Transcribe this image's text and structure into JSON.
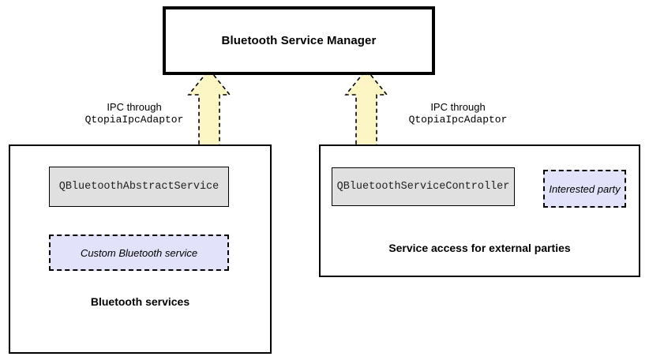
{
  "diagram": {
    "title": "Bluetooth Service Manager",
    "manager": {
      "label": "Bluetooth Service Manager"
    },
    "connectors": {
      "ipc_left": {
        "line1": "IPC through",
        "line2": "QtopiaIpcAdaptor",
        "arrow": "bidirectional-vertical-arrow"
      },
      "ipc_right": {
        "line1": "IPC through",
        "line2": "QtopiaIpcAdaptor",
        "arrow": "bidirectional-vertical-arrow"
      },
      "inheritance": {
        "kind": "generalization-arrow",
        "from": "Custom Bluetooth service",
        "to": "QBluetoothAbstractService"
      },
      "composition": {
        "kind": "composition-diamond",
        "from": "QBluetoothServiceController",
        "to": "Interested party"
      }
    },
    "panels": [
      {
        "id": "bluetooth-services",
        "caption": "Bluetooth services",
        "nodes": [
          {
            "id": "qbluetoothabstractservice",
            "label": "QBluetoothAbstractService",
            "style": "solid-grey"
          },
          {
            "id": "custom-bluetooth-service",
            "label": "Custom Bluetooth service",
            "style": "dashed-lavender"
          }
        ]
      },
      {
        "id": "service-access",
        "caption": "Service access for external parties",
        "nodes": [
          {
            "id": "qbluetoothservicecontroller",
            "label": "QBluetoothServiceController",
            "style": "solid-grey"
          },
          {
            "id": "interested-party",
            "label": "Interested party",
            "style": "dashed-lavender"
          }
        ]
      }
    ]
  },
  "colors": {
    "background": "#ffffff",
    "stroke": "#000000",
    "class_fill": "#e0e0e0",
    "dashed_fill": "#e2e2fa",
    "arrow_fill": "#fbf6c4"
  }
}
